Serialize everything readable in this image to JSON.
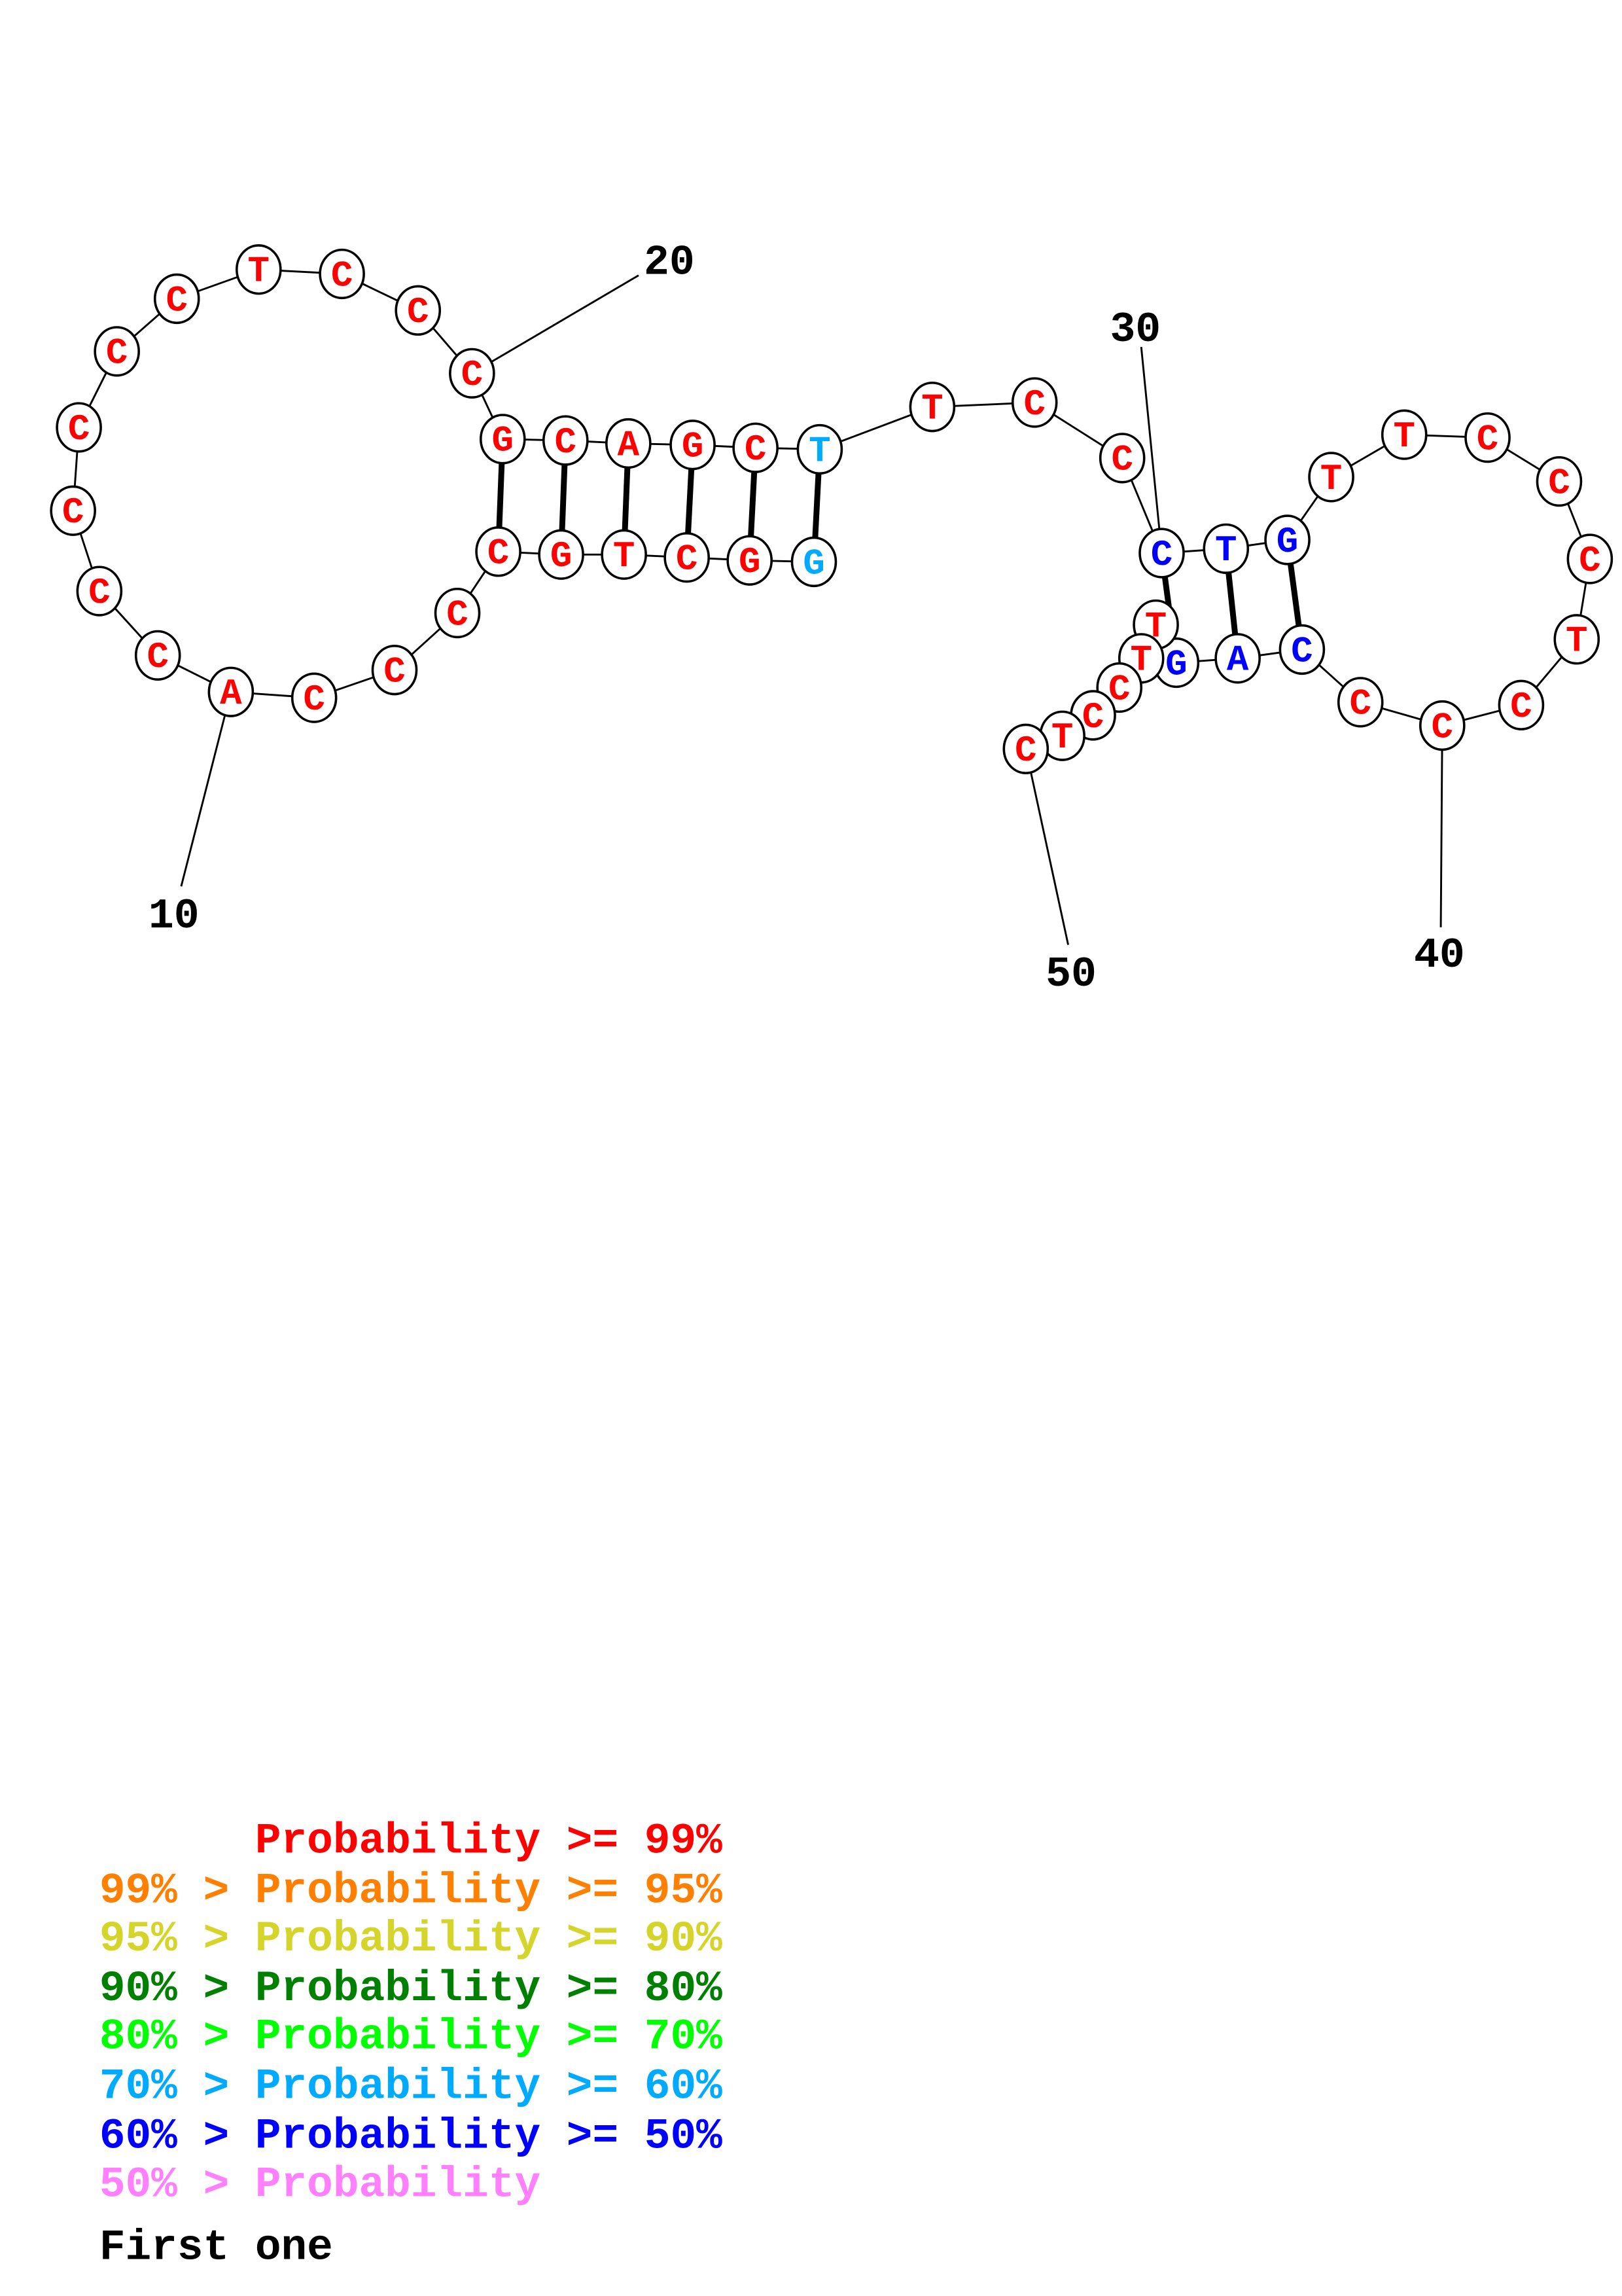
{
  "diagram": {
    "type": "rna-secondary-structure",
    "sequence": [
      "G",
      "G",
      "C",
      "T",
      "G",
      "C",
      "C",
      "C",
      "C",
      "A",
      "C",
      "C",
      "C",
      "C",
      "C",
      "C",
      "T",
      "C",
      "C",
      "C",
      "G",
      "C",
      "A",
      "G",
      "C",
      "T",
      "T",
      "C",
      "C",
      "C",
      "T",
      "G",
      "T",
      "T",
      "C",
      "C",
      "C",
      "T",
      "C",
      "C",
      "C",
      "C",
      "A",
      "G",
      "T",
      "T",
      "C",
      "C",
      "T",
      "C"
    ],
    "probability_class": [
      "p60",
      "p99",
      "p99",
      "p99",
      "p99",
      "p99",
      "p99",
      "p99",
      "p99",
      "p99",
      "p99",
      "p99",
      "p99",
      "p99",
      "p99",
      "p99",
      "p99",
      "p99",
      "p99",
      "p99",
      "p99",
      "p99",
      "p99",
      "p99",
      "p99",
      "p60",
      "p99",
      "p99",
      "p99",
      "p50",
      "p50",
      "p50",
      "p99",
      "p99",
      "p99",
      "p99",
      "p99",
      "p99",
      "p99",
      "p99",
      "p99",
      "p50",
      "p50",
      "p50",
      "p99",
      "p99",
      "p99",
      "p99",
      "p99",
      "p99"
    ],
    "pairs": [
      [
        1,
        26
      ],
      [
        2,
        25
      ],
      [
        3,
        24
      ],
      [
        4,
        23
      ],
      [
        5,
        22
      ],
      [
        6,
        21
      ],
      [
        30,
        44
      ],
      [
        31,
        43
      ],
      [
        32,
        42
      ]
    ],
    "position_labels": [
      {
        "index": 10,
        "text": "10"
      },
      {
        "index": 20,
        "text": "20"
      },
      {
        "index": 30,
        "text": "30"
      },
      {
        "index": 40,
        "text": "40"
      },
      {
        "index": 50,
        "text": "50"
      }
    ]
  },
  "colors": {
    "p99": "#FF0000",
    "p95": "#FF8000",
    "p90": "#D4D42A",
    "p80": "#008000",
    "p70": "#00FF00",
    "p60": "#00AAFF",
    "p50": "#0000FF",
    "plow": "#FF80FF",
    "first": "#000000"
  },
  "legend": [
    {
      "text": "      Probability >= 99%",
      "color_key": "p99"
    },
    {
      "text": "99% > Probability >= 95%",
      "color_key": "p95"
    },
    {
      "text": "95% > Probability >= 90%",
      "color_key": "p90"
    },
    {
      "text": "90% > Probability >= 80%",
      "color_key": "p80"
    },
    {
      "text": "80% > Probability >= 70%",
      "color_key": "p70"
    },
    {
      "text": "70% > Probability >= 60%",
      "color_key": "p60"
    },
    {
      "text": "60% > Probability >= 50%",
      "color_key": "p50"
    },
    {
      "text": "50% > Probability",
      "color_key": "plow"
    },
    {
      "text": "First one",
      "color_key": "first"
    }
  ]
}
